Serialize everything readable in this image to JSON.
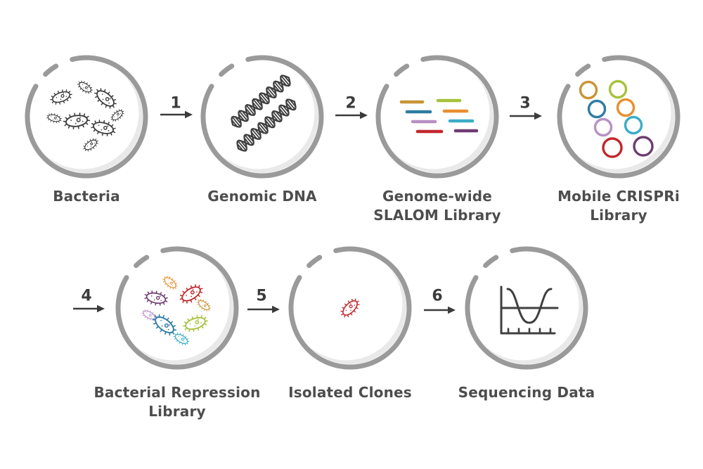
{
  "colors": {
    "background": "#ffffff",
    "ring": "#9a9a9a",
    "ring_shadow": "#e9e9e9",
    "ink": "#3f3f3f",
    "text": "#4d4d4d",
    "arrow": "#3b3b3b"
  },
  "palette": {
    "gold": "#c89434",
    "green": "#a6c23b",
    "steel_blue": "#2f7ca3",
    "orange": "#e88f2f",
    "lavender": "#b890c4",
    "cyan": "#3badc7",
    "red": "#c1272d",
    "purple": "#6e3d70"
  },
  "steps": [
    {
      "id": "bacteria",
      "icon": "bacteria-cluster-icon",
      "lines": [
        "Bacteria"
      ]
    },
    {
      "id": "genomic-dna",
      "icon": "dna-helix-icon",
      "lines": [
        "Genomic DNA"
      ]
    },
    {
      "id": "slalom-library",
      "icon": "dna-fragments-icon",
      "lines": [
        "Genome-wide",
        "SLALOM Library"
      ],
      "fragment_colors": [
        "gold",
        "green",
        "steel_blue",
        "orange",
        "lavender",
        "cyan",
        "red",
        "purple"
      ]
    },
    {
      "id": "crispri-library",
      "icon": "plasmid-rings-icon",
      "lines": [
        "Mobile CRISPRi",
        "Library"
      ],
      "ring_colors": [
        "gold",
        "green",
        "steel_blue",
        "orange",
        "lavender",
        "cyan",
        "red",
        "purple"
      ]
    },
    {
      "id": "repression-library",
      "icon": "colored-bacteria-icon",
      "lines": [
        "Bacterial Repression",
        "Library"
      ],
      "bacteria_colors": [
        "purple",
        "orange",
        "red",
        "gold",
        "lavender",
        "steel_blue",
        "green",
        "cyan"
      ]
    },
    {
      "id": "isolated-clones",
      "icon": "single-bacterium-icon",
      "lines": [
        "Isolated Clones"
      ],
      "bacterium_color": "red"
    },
    {
      "id": "sequencing-data",
      "icon": "sequencing-chart-icon",
      "lines": [
        "Sequencing Data"
      ]
    }
  ],
  "arrows": [
    {
      "number": "1"
    },
    {
      "number": "2"
    },
    {
      "number": "3"
    },
    {
      "number": "4"
    },
    {
      "number": "5"
    },
    {
      "number": "6"
    }
  ]
}
